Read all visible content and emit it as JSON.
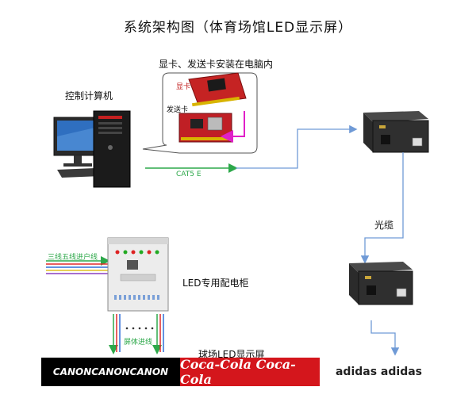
{
  "title": "系统架构图（体育场馆LED显示屏）",
  "labels": {
    "card_note": "显卡、发送卡安装在电脑内",
    "computer": "控制计算机",
    "graphics_card": "显卡",
    "sender_card": "发送卡",
    "cable": "CAT5 E",
    "fiber": "光缆",
    "power_in": "三线五线进户线",
    "cabinet": "LED专用配电柜",
    "screen_feed": "屏体进线",
    "screen": "球场LED显示屏"
  },
  "banner": {
    "canon": "CANONCANONCANON",
    "coke": "Coca-Cola Coca-Cola",
    "adidas": "adidas adidas"
  },
  "colors": {
    "arrow_blue": "#6f9ad6",
    "cable_green": "#2da84a",
    "magenta": "#e020c8",
    "cabinet_fill": "#ececec",
    "canon_bg": "#000000",
    "coke_bg": "#d4161c"
  }
}
